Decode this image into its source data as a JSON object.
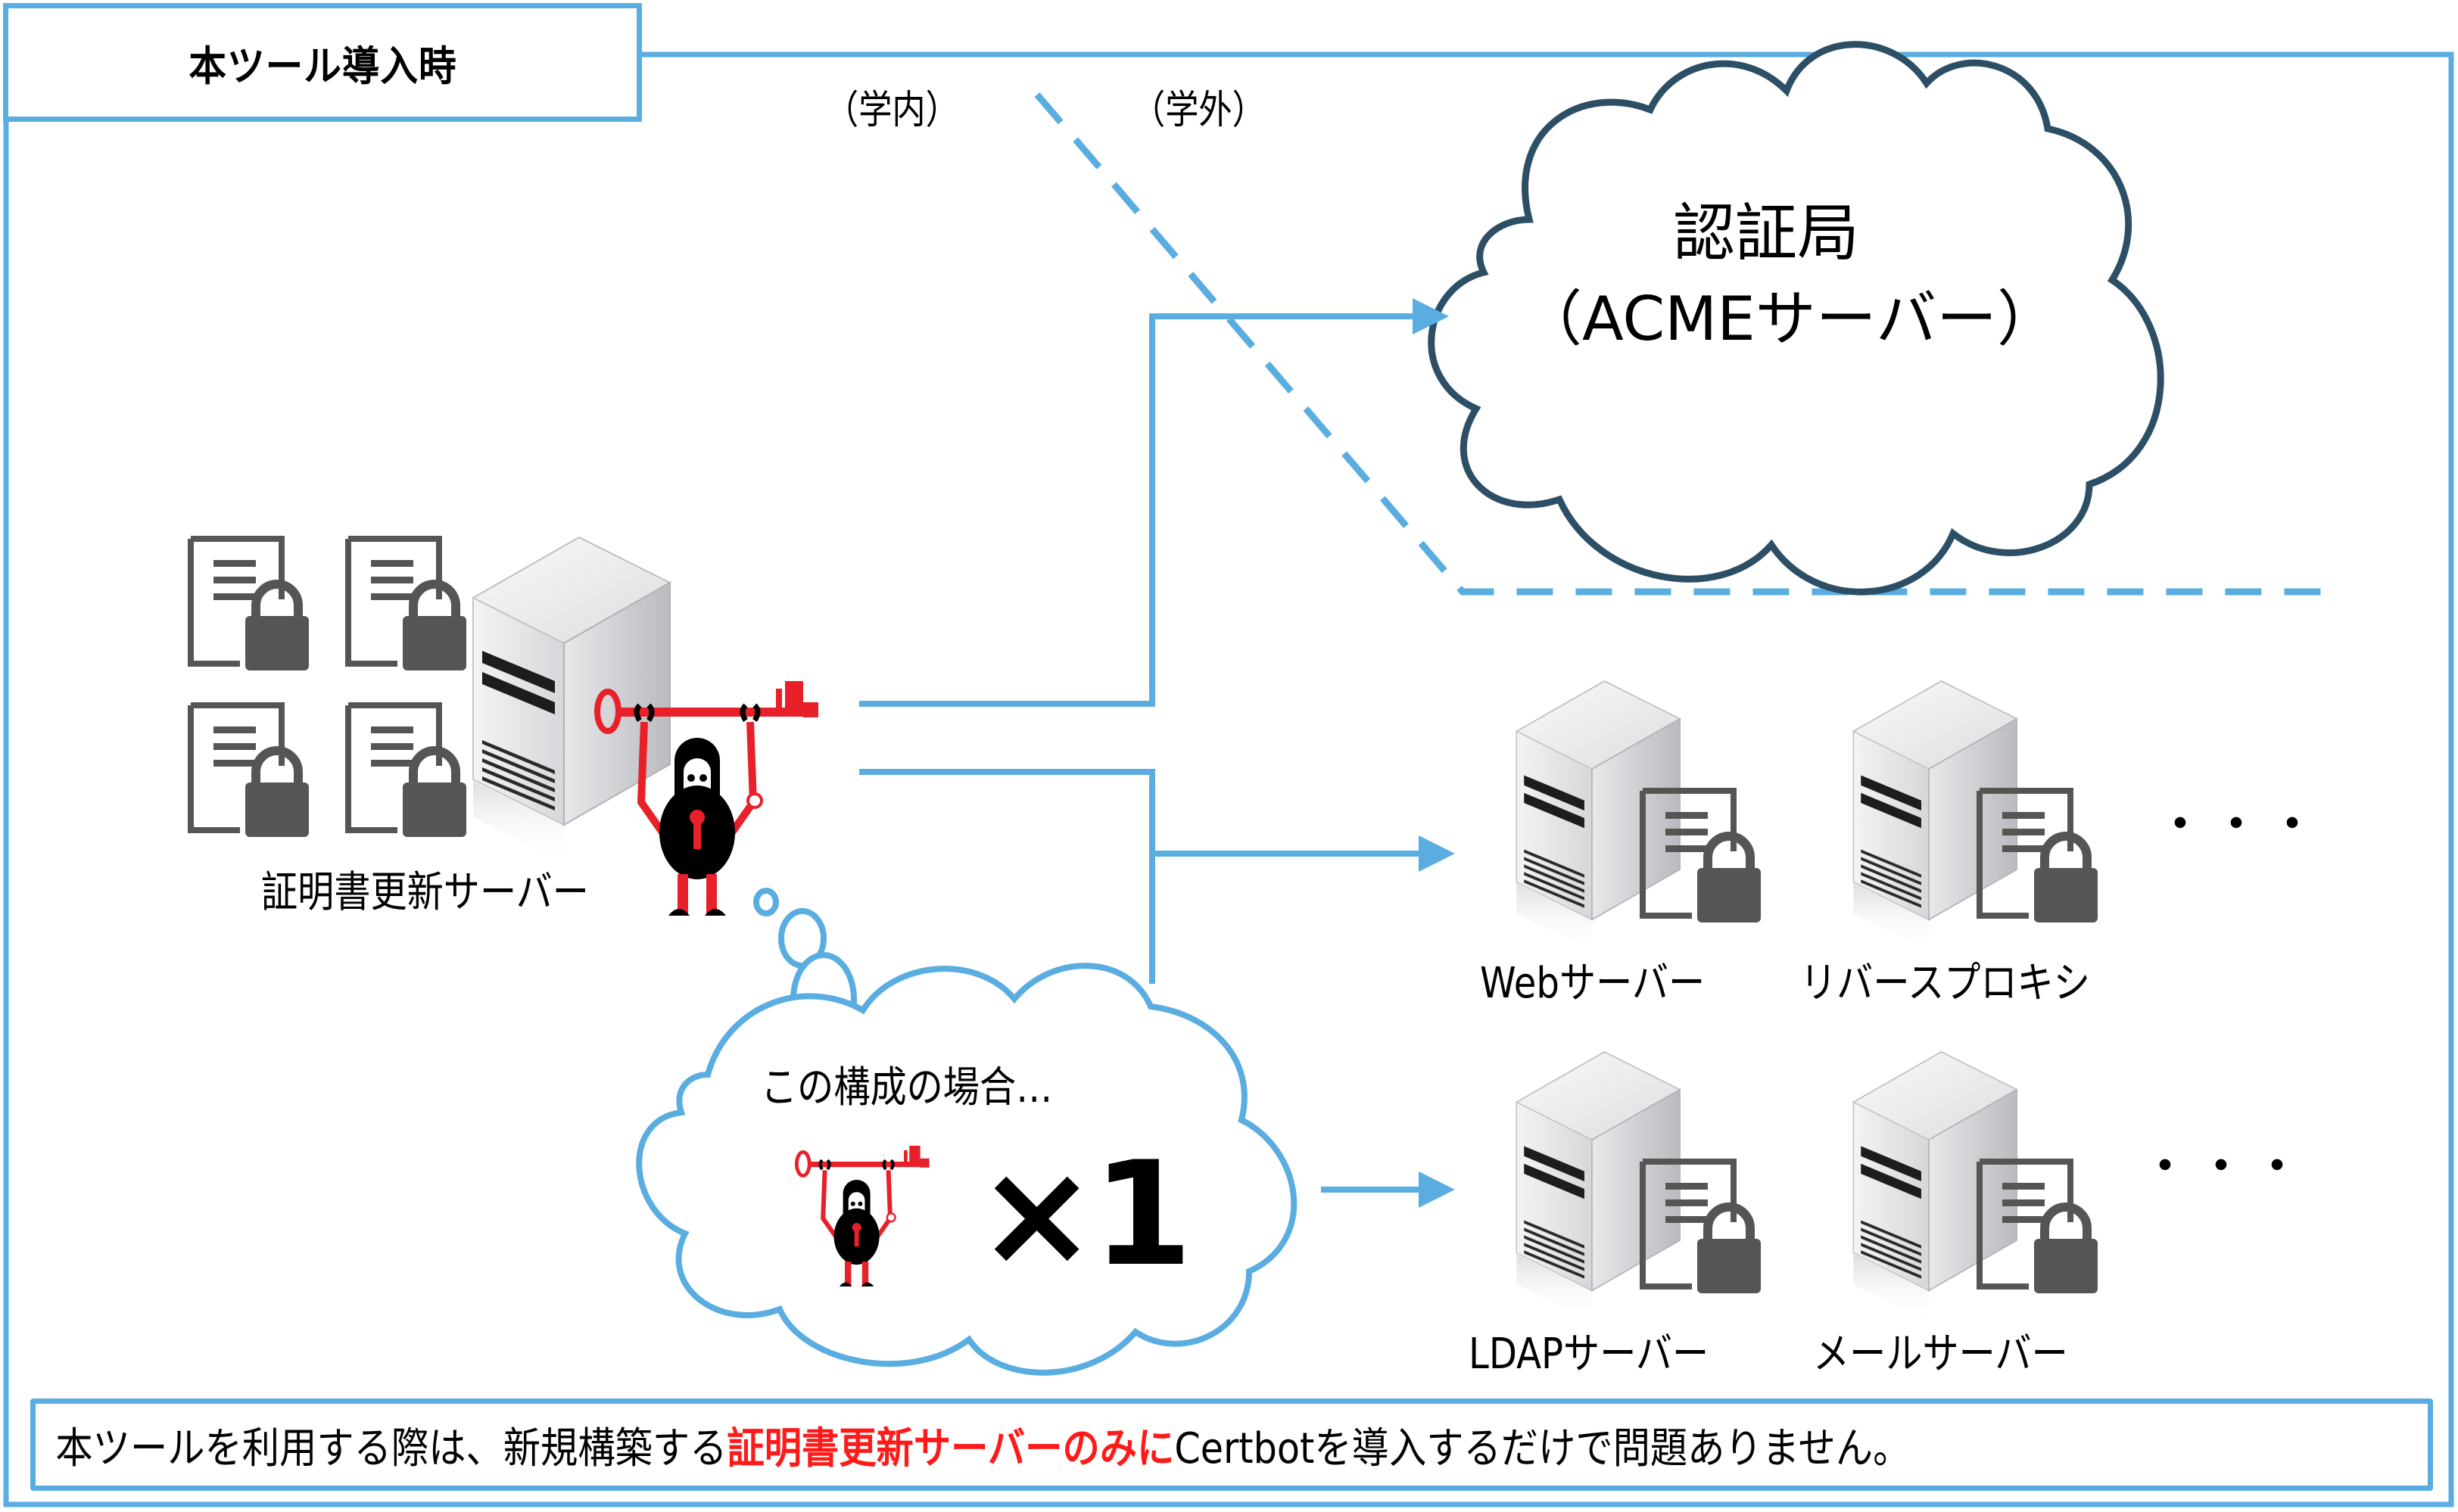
{
  "title": "本ツール導入時",
  "zones": {
    "inside": "（学内）",
    "outside": "（学外）"
  },
  "certificate_authority": {
    "line1": "認証局",
    "line2": "（ACMEサーバー）"
  },
  "cert_update_server": {
    "label": "証明書更新サーバー",
    "certificate_count": 4
  },
  "target_servers": [
    {
      "label": "Webサーバー"
    },
    {
      "label": "リバースプロキシ"
    },
    {
      "label": "LDAPサーバー"
    },
    {
      "label": "メールサーバー"
    }
  ],
  "ellipsis": "・・・",
  "thought": {
    "text": "この構成の場合…",
    "multiplier": "×1"
  },
  "banner": {
    "prefix": "本ツールを利用する際は、新規構築する",
    "highlight": "証明書更新サーバーのみに",
    "suffix": "Certbotを導入するだけで問題ありません。"
  },
  "colors": {
    "frame": "#5aade0",
    "ca_cloud": "#2d4f66",
    "highlight": "#ff1a1a",
    "mascot": "#e8202a",
    "icon_gray": "#555555"
  }
}
